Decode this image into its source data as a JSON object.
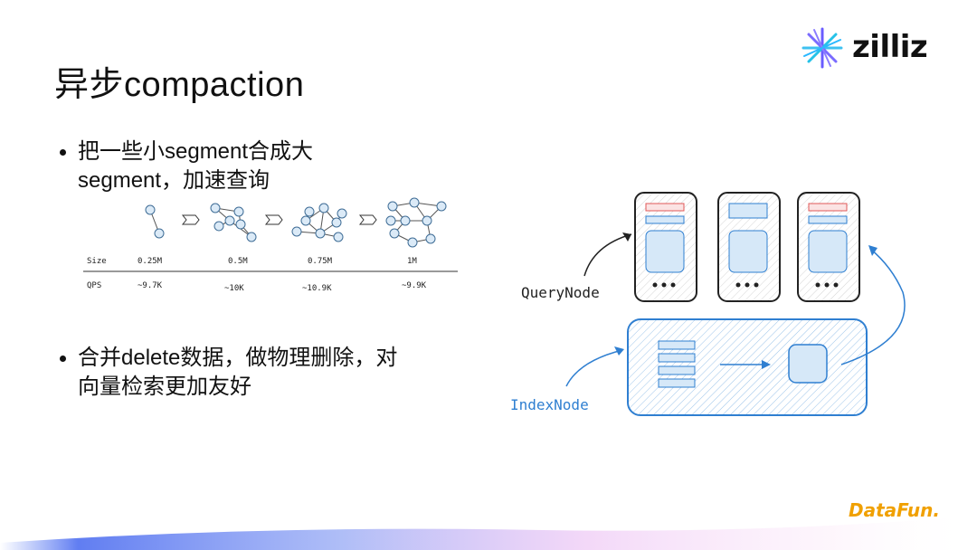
{
  "title": "异步compaction",
  "logo": {
    "text": "zilliz",
    "icon": "zilliz-star-icon"
  },
  "bullets": [
    {
      "lines": [
        "把一些小segment合成大",
        "segment，加速查询"
      ]
    },
    {
      "lines": [
        "合并delete数据，做物理删除，对",
        "向量检索更加友好"
      ]
    }
  ],
  "perf_table": {
    "row_labels": [
      "Size",
      "QPS"
    ],
    "sizes": [
      "0.25M",
      "0.5M",
      "0.75M",
      "1M"
    ],
    "qps": [
      "~9.7K",
      "~10K",
      "~10.9K",
      "~9.9K"
    ]
  },
  "diagram": {
    "query_label": "QueryNode",
    "index_label": "IndexNode",
    "colors": {
      "accent_blue": "#2f7fd1",
      "red": "#e05a5a",
      "dark": "#222222"
    }
  },
  "footer": {
    "brand": "DataFun."
  }
}
